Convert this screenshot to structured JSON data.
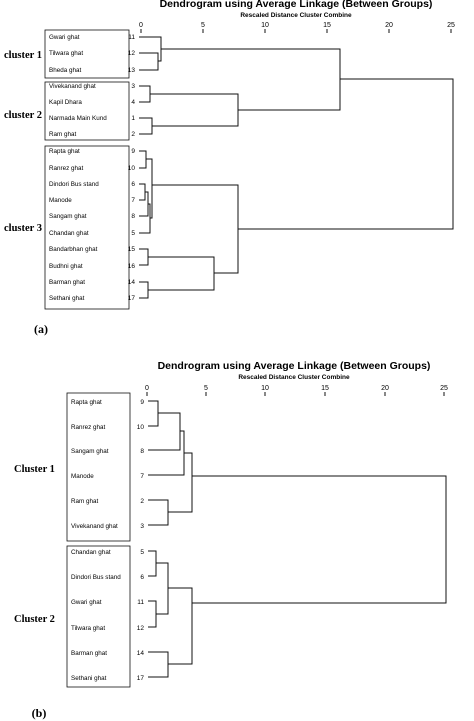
{
  "panels": [
    {
      "panel_label": "(a)",
      "title": "Dendrogram using Average Linkage (Between Groups)",
      "subtitle": "Rescaled Distance Cluster Combine",
      "ticks": [
        "0",
        "5",
        "10",
        "15",
        "20",
        "25"
      ],
      "clusters": [
        "cluster 1",
        "cluster 2",
        "cluster 3"
      ],
      "leaves": [
        {
          "label": "Gwari ghat",
          "id": "11"
        },
        {
          "label": "Tilwara ghat",
          "id": "12"
        },
        {
          "label": "Bheda ghat",
          "id": "13"
        },
        {
          "label": "Vivekanand ghat",
          "id": "3"
        },
        {
          "label": "Kapil Dhara",
          "id": "4"
        },
        {
          "label": "Narmada Main Kund",
          "id": "1"
        },
        {
          "label": "Ram ghat",
          "id": "2"
        },
        {
          "label": "Rapta ghat",
          "id": "9"
        },
        {
          "label": "Ranrez ghat",
          "id": "10"
        },
        {
          "label": "Dindori Bus stand",
          "id": "6"
        },
        {
          "label": "Manode",
          "id": "7"
        },
        {
          "label": "Sangam ghat",
          "id": "8"
        },
        {
          "label": "Chandan ghat",
          "id": "5"
        },
        {
          "label": "Bandarbhan ghat",
          "id": "15"
        },
        {
          "label": "Budhni ghat",
          "id": "16"
        },
        {
          "label": "Barman ghat",
          "id": "14"
        },
        {
          "label": "Sethani ghat",
          "id": "17"
        }
      ]
    },
    {
      "panel_label": "(b)",
      "title": "Dendrogram using Average Linkage (Between Groups)",
      "subtitle": "Rescaled Distance Cluster Combine",
      "ticks": [
        "0",
        "5",
        "10",
        "15",
        "20",
        "25"
      ],
      "clusters": [
        "Cluster 1",
        "Cluster 2"
      ],
      "leaves": [
        {
          "label": "Rapta ghat",
          "id": "9"
        },
        {
          "label": "Ranrez ghat",
          "id": "10"
        },
        {
          "label": "Sangam ghat",
          "id": "8"
        },
        {
          "label": "Manode",
          "id": "7"
        },
        {
          "label": "Ram ghat",
          "id": "2"
        },
        {
          "label": "Vivekanand ghat",
          "id": "3"
        },
        {
          "label": "Chandan ghat",
          "id": "5"
        },
        {
          "label": "Dindori Bus stand",
          "id": "6"
        },
        {
          "label": "Gwari ghat",
          "id": "11"
        },
        {
          "label": "Tilwara ghat",
          "id": "12"
        },
        {
          "label": "Barman ghat",
          "id": "14"
        },
        {
          "label": "Sethani ghat",
          "id": "17"
        }
      ]
    }
  ]
}
